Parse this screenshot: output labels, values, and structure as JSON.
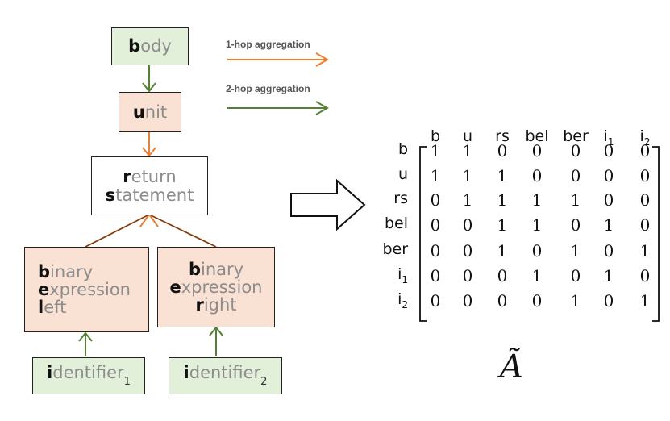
{
  "legend": {
    "hop1": {
      "label": "1-hop aggregation",
      "color": "#ed7d31"
    },
    "hop2": {
      "label": "2-hop aggregation",
      "color": "#548235"
    }
  },
  "nodes": {
    "body": {
      "l1": "b",
      "r1": "ody"
    },
    "unit": {
      "l1": "u",
      "r1": "nit"
    },
    "return_statement": {
      "l1": "r",
      "r1": "eturn",
      "l2": "s",
      "r2": "tatement"
    },
    "bin_left": {
      "l1": "b",
      "r1": "inary",
      "l2": "e",
      "r2": "xpression",
      "l3": "l",
      "r3": "eft"
    },
    "bin_right": {
      "l1": "b",
      "r1": "inary",
      "l2": "e",
      "r2": "xpression",
      "l3": "r",
      "r3": "ight"
    },
    "ident1": {
      "l1": "i",
      "r1": "dentifier",
      "sub": "1"
    },
    "ident2": {
      "l1": "i",
      "r1": "dentifier",
      "sub": "2"
    }
  },
  "matrix": {
    "name": "Ã",
    "columns": [
      {
        "t": "b",
        "s": ""
      },
      {
        "t": "u",
        "s": ""
      },
      {
        "t": "rs",
        "s": ""
      },
      {
        "t": "bel",
        "s": ""
      },
      {
        "t": "ber",
        "s": ""
      },
      {
        "t": "i",
        "s": "1"
      },
      {
        "t": "i",
        "s": "2"
      }
    ],
    "rows": [
      {
        "t": "b",
        "s": ""
      },
      {
        "t": "u",
        "s": ""
      },
      {
        "t": "rs",
        "s": ""
      },
      {
        "t": "bel",
        "s": ""
      },
      {
        "t": "ber",
        "s": ""
      },
      {
        "t": "i",
        "s": "1"
      },
      {
        "t": "i",
        "s": "2"
      }
    ],
    "values": [
      [
        "1",
        "1",
        "0",
        "0",
        "0",
        "0",
        "0"
      ],
      [
        "1",
        "1",
        "1",
        "0",
        "0",
        "0",
        "0"
      ],
      [
        "0",
        "1",
        "1",
        "1",
        "1",
        "0",
        "0"
      ],
      [
        "0",
        "0",
        "1",
        "1",
        "0",
        "1",
        "0"
      ],
      [
        "0",
        "0",
        "1",
        "0",
        "1",
        "0",
        "1"
      ],
      [
        "0",
        "0",
        "0",
        "1",
        "0",
        "1",
        "0"
      ],
      [
        "0",
        "0",
        "0",
        "0",
        "1",
        "0",
        "1"
      ]
    ]
  }
}
